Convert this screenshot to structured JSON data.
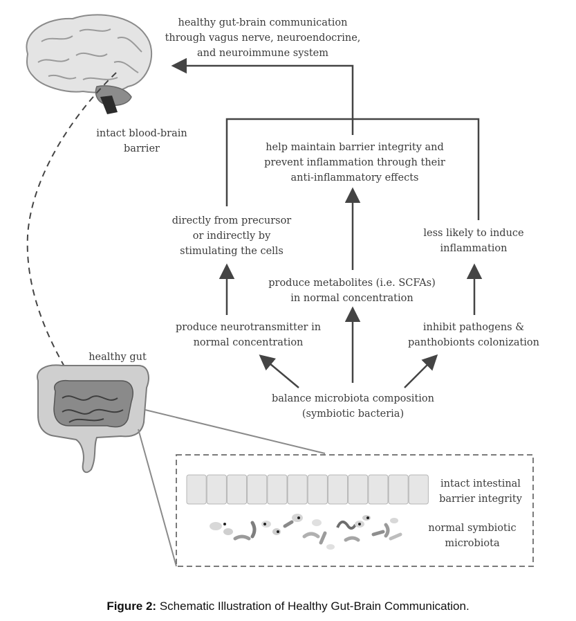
{
  "labels": {
    "top": [
      "healthy gut-brain communication",
      "through vagus nerve, neuroendocrine,",
      "and neuroimmune system"
    ],
    "bbb": [
      "intact blood-brain",
      "barrier"
    ],
    "barrier": [
      "help maintain barrier integrity and",
      "prevent inflammation through their",
      "anti-inflammatory effects"
    ],
    "precursor": [
      "directly from precursor",
      "or indirectly by",
      "stimulating the cells"
    ],
    "less_likely": [
      "less likely to induce",
      "inflammation"
    ],
    "metabolites": [
      "produce metabolites (i.e. SCFAs)",
      "in normal concentration"
    ],
    "neurotransmitter": [
      "produce neurotransmitter in",
      "normal concentration"
    ],
    "inhibit": [
      "inhibit pathogens &",
      "panthobionts colonization"
    ],
    "healthy_gut": "healthy gut",
    "balance": [
      "balance microbiota composition",
      "(symbiotic bacteria)"
    ],
    "intestinal": [
      "intact intestinal",
      "barrier integrity"
    ],
    "symbiotic": [
      "normal symbiotic",
      "microbiota"
    ]
  },
  "caption": {
    "prefix": "Figure 2:",
    "text": " Schematic Illustration of Healthy Gut-Brain Communication."
  },
  "colors": {
    "line": "#444444",
    "brain_fill": "#e4e4e4",
    "gut_fill": "#cfcfcf",
    "gut_inner": "#8a8a8a",
    "cell_fill": "#e6e6e6"
  }
}
